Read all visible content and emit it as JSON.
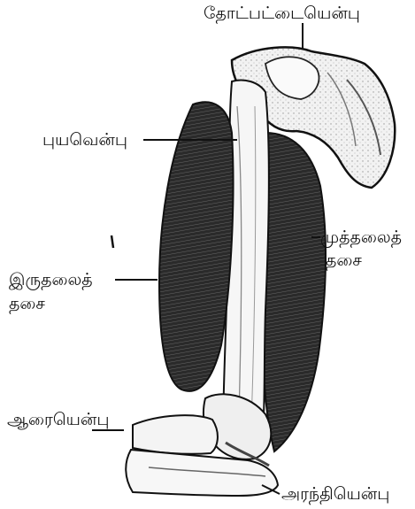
{
  "labels": {
    "scapula": "தோட்பட்டையென்பு",
    "humerus": "புயவென்பு",
    "triceps_line1": "முத்தலைத்",
    "triceps_line2": "தசை",
    "biceps_line1": "இருதலைத்",
    "biceps_line2": "தசை",
    "radius": "ஆரையென்பு",
    "ulna": "அரந்தியென்பு"
  },
  "colors": {
    "ink": "#111111",
    "muscle_dark": "#1e1e1e",
    "bone": "#f4f4f4"
  }
}
